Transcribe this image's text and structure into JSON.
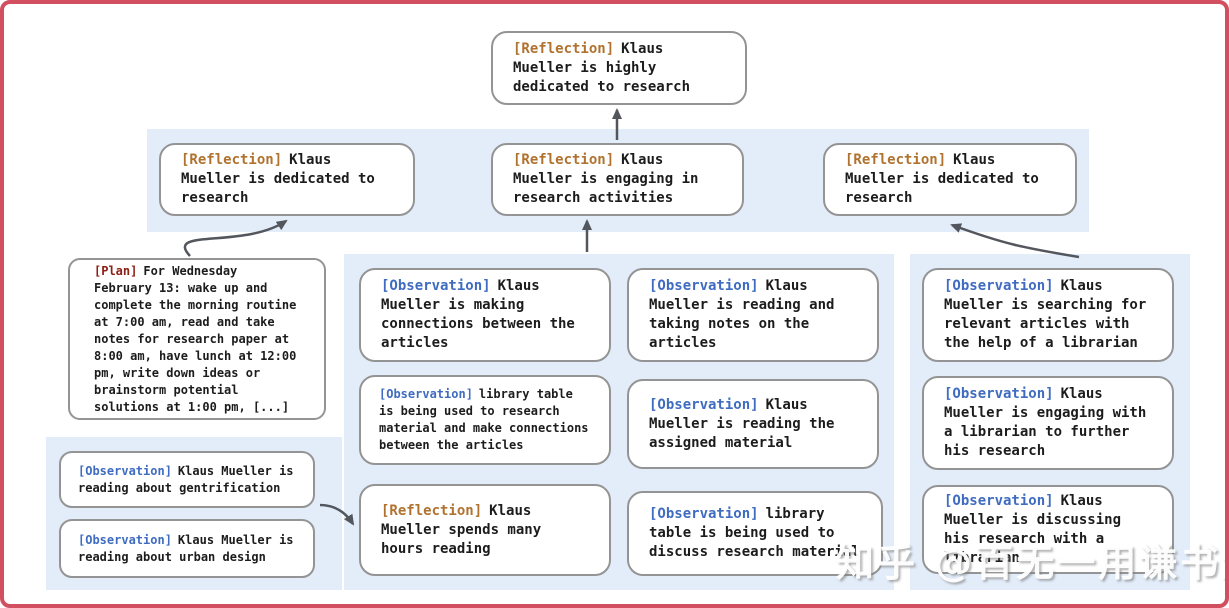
{
  "colors": {
    "frame_border": "#d14f5e",
    "band_background": "#e3edfa",
    "box_border": "#949494",
    "reflection_tag": "#b0722f",
    "observation_tag": "#3f6cc0",
    "plan_tag": "#8c2016",
    "arrow": "#53565c",
    "text": "#1c1c1c"
  },
  "nodes": {
    "top": {
      "tag": "[Reflection]",
      "type": "reflection",
      "text": "Klaus Mueller is highly dedicated to research"
    },
    "r2_left": {
      "tag": "[Reflection]",
      "type": "reflection",
      "text": "Klaus Mueller is dedicated to research"
    },
    "r2_mid": {
      "tag": "[Reflection]",
      "type": "reflection",
      "text": "Klaus Mueller is engaging in research activities"
    },
    "r2_right": {
      "tag": "[Reflection]",
      "type": "reflection",
      "text": "Klaus Mueller is dedicated to research"
    },
    "plan": {
      "tag": "[Plan]",
      "type": "plan",
      "text": "For Wednesday February 13: wake up and complete the morning routine at 7:00 am, read and take notes for research paper at 8:00 am, have lunch at 12:00 pm, write down ideas or brainstorm potential solutions at 1:00 pm, [...]"
    },
    "obs_gentrification": {
      "tag": "[Observation]",
      "type": "observation",
      "text": "Klaus Mueller is reading about gentrification"
    },
    "obs_urban": {
      "tag": "[Observation]",
      "type": "observation",
      "text": "Klaus Mueller is reading about urban design"
    },
    "obs_connections": {
      "tag": "[Observation]",
      "type": "observation",
      "text": "Klaus Mueller is making connections between the articles"
    },
    "obs_library_research": {
      "tag": "[Observation]",
      "type": "observation",
      "text": "library table is being used to research material and make connections between the articles"
    },
    "refl_hours": {
      "tag": "[Reflection]",
      "type": "reflection",
      "text": "Klaus Mueller spends many hours reading"
    },
    "obs_notes": {
      "tag": "[Observation]",
      "type": "observation",
      "text": "Klaus Mueller is reading and taking notes on the articles"
    },
    "obs_assigned": {
      "tag": "[Observation]",
      "type": "observation",
      "text": "Klaus Mueller is reading the assigned material"
    },
    "obs_library_discuss": {
      "tag": "[Observation]",
      "type": "observation",
      "text": "library table is being used to discuss research material"
    },
    "obs_searching": {
      "tag": "[Observation]",
      "type": "observation",
      "text": "Klaus Mueller is searching for relevant articles with the help of a librarian"
    },
    "obs_engaging": {
      "tag": "[Observation]",
      "type": "observation",
      "text": "Klaus Mueller is engaging with a librarian to further his research"
    },
    "obs_discussing": {
      "tag": "[Observation]",
      "type": "observation",
      "text": "Klaus Mueller is discussing his research with a librarian"
    }
  },
  "edges": [
    {
      "from": "reflection-row-middle",
      "to": "top-reflection"
    },
    {
      "from": "plan",
      "to": "reflection-row-left"
    },
    {
      "from": "middle-observation-group",
      "to": "reflection-row-middle"
    },
    {
      "from": "right-observation-group",
      "to": "reflection-row-right"
    },
    {
      "from": "left-observation-group",
      "to": "reflection-spends-hours"
    }
  ],
  "watermark": {
    "text": "知乎 @百无一用谦书生"
  }
}
